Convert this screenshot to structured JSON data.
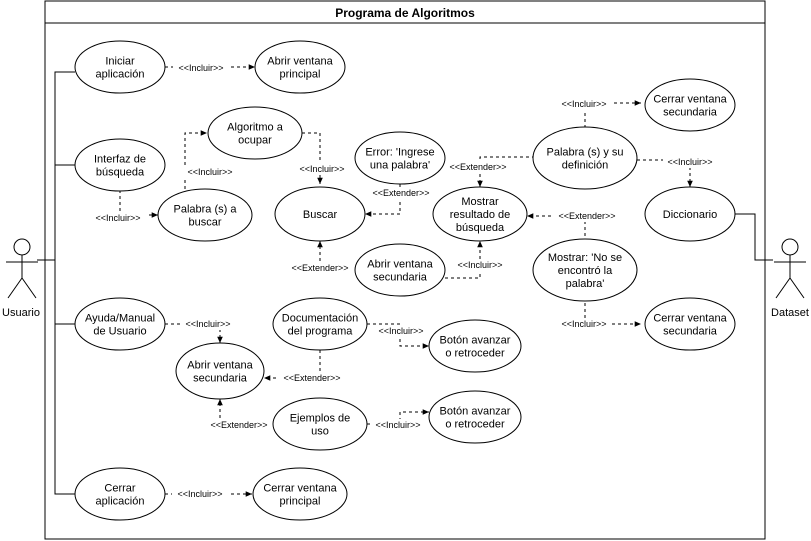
{
  "system": {
    "title": "Programa de Algoritmos"
  },
  "actors": {
    "usuario": "Usuario",
    "dataset": "Dataset"
  },
  "use_cases": {
    "iniciar": [
      "Iniciar",
      "aplicación"
    ],
    "abrir_principal_1": [
      "Abrir ventana",
      "principal"
    ],
    "interfaz": [
      "Interfaz de",
      "búsqueda"
    ],
    "algoritmo": [
      "Algoritmo a",
      "ocupar"
    ],
    "palabras_buscar": [
      "Palabra (s) a",
      "buscar"
    ],
    "buscar": [
      "Buscar"
    ],
    "error": [
      "Error: 'Ingrese",
      "una palabra'"
    ],
    "mostrar_resultado": [
      "Mostrar",
      "resultado de",
      "búsqueda"
    ],
    "abrir_secundaria_1": [
      "Abrir ventana",
      "secundaria"
    ],
    "palabra_definicion": [
      "Palabra (s) y su",
      "definición"
    ],
    "cerrar_secundaria_1": [
      "Cerrar ventana",
      "secundaria"
    ],
    "diccionario": [
      "Diccionario"
    ],
    "no_encontro": [
      "Mostrar: 'No se",
      "encontró la",
      "palabra'"
    ],
    "cerrar_secundaria_2": [
      "Cerrar ventana",
      "secundaria"
    ],
    "ayuda": [
      "Ayuda/Manual",
      "de Usuario"
    ],
    "documentacion": [
      "Documentación",
      "del programa"
    ],
    "boton_1": [
      "Botón avanzar",
      "o retroceder"
    ],
    "abrir_secundaria_2": [
      "Abrir ventana",
      "secundaria"
    ],
    "ejemplos": [
      "Ejemplos de",
      "uso"
    ],
    "boton_2": [
      "Botón avanzar",
      "o retroceder"
    ],
    "cerrar_app": [
      "Cerrar",
      "aplicación"
    ],
    "cerrar_principal": [
      "Cerrar ventana",
      "principal"
    ]
  },
  "relation_labels": {
    "include": "<<Incluir>>",
    "extend": "<<Extender>>"
  },
  "colors": {
    "stroke": "#000000",
    "fill": "#ffffff"
  }
}
